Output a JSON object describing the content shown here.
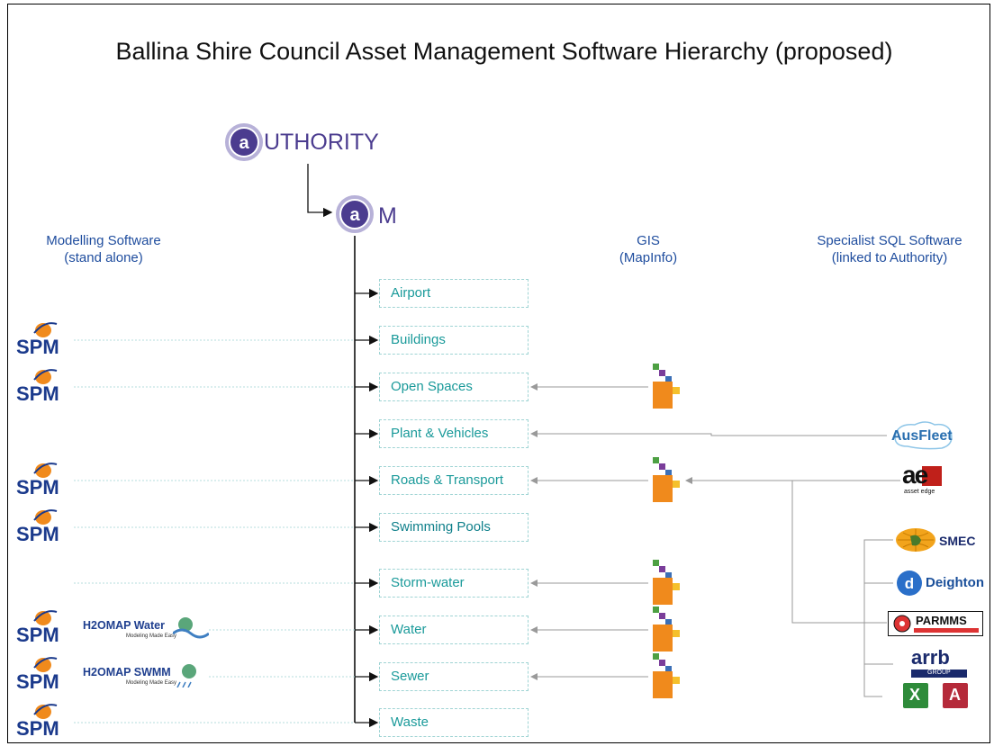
{
  "title": "Ballina Shire Council Asset Management Software Hierarchy (proposed)",
  "authority_logo": {
    "letter": "a",
    "text": "UTHORITY"
  },
  "am_logo": {
    "letter": "a",
    "text": "M"
  },
  "headers": {
    "modelling": [
      "Modelling Software",
      "(stand alone)"
    ],
    "gis": [
      "GIS",
      "(MapInfo)"
    ],
    "specialist": [
      "Specialist SQL Software",
      "(linked to Authority)"
    ]
  },
  "asset_classes": [
    "Airport",
    "Buildings",
    "Open Spaces",
    "Plant & Vehicles",
    "Roads & Transport",
    "Swimming Pools",
    "Storm-water",
    "Water",
    "Sewer",
    "Waste"
  ],
  "spm_logo_text": "SPM",
  "h2omap": {
    "water": "H2OMAP Water",
    "swmm": "H2OMAP SWMM",
    "tagline": "Modeling Made Easy"
  },
  "specialist_logos": {
    "ausfleet": "AusFleet",
    "asset_edge": "ae",
    "asset_edge_sub": "asset edge",
    "smec": "SMEC",
    "deighton": "Deighton",
    "parmms": "PARMMS",
    "arrb": "arrb",
    "arrb_sub": "GROUP",
    "excel": "X",
    "access": "A"
  },
  "colors": {
    "authority_purple": "#4b3c8f",
    "header_blue": "#1f4d9e",
    "box_teal": "#1a9a9a",
    "box_border": "#9fd4d4",
    "spm_orange": "#f08a1c",
    "spm_blue": "#1b3a8c"
  }
}
